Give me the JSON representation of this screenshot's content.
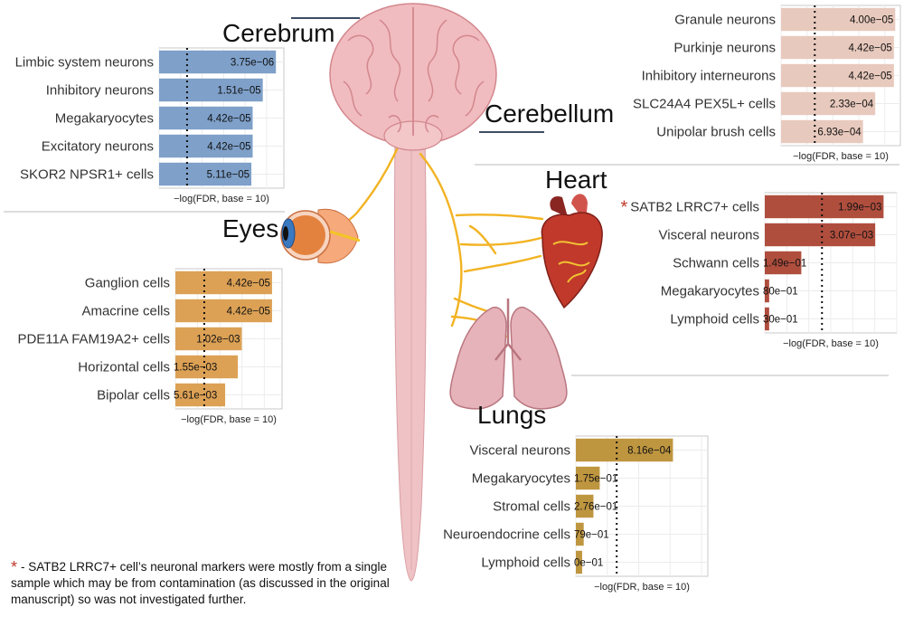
{
  "regions": {
    "cerebrum": "Cerebrum",
    "cerebellum": "Cerebellum",
    "eyes": "Eyes",
    "heart": "Heart",
    "lungs": "Lungs"
  },
  "footnote": {
    "star": "*",
    "text": "- SATB2 LRRC7+ cell’s neuronal markers were mostly from a single sample which may be from contamination (as discussed in the original manuscript) so was not investigated further."
  },
  "chart_data": [
    {
      "id": "cerebrum",
      "type": "bar",
      "orientation": "horizontal",
      "color": "#7ea0c9",
      "xlabel": "−log(FDR, base = 10)",
      "categories": [
        "Limbic system neurons",
        "Inhibitory neurons",
        "Megakaryocytes",
        "Excitatory neurons",
        "SKOR2 NPSR1+ cells"
      ],
      "values": [
        5.43,
        4.82,
        4.35,
        4.35,
        4.29
      ],
      "labels": [
        "3.75e−06",
        "1.51e−05",
        "4.42e−05",
        "4.42e−05",
        "5.11e−05"
      ],
      "threshold": 1.3,
      "xlim": [
        0,
        5.8
      ],
      "grid": true
    },
    {
      "id": "cerebellum",
      "type": "bar",
      "orientation": "horizontal",
      "color": "#e8c9bd",
      "xlabel": "−log(FDR, base = 10)",
      "categories": [
        "Granule neurons",
        "Purkinje neurons",
        "Inhibitory interneurons",
        "SLC24A4 PEX5L+ cells",
        "Unipolar brush cells"
      ],
      "values": [
        4.4,
        4.35,
        4.35,
        3.63,
        3.16
      ],
      "labels": [
        "4.00e−05",
        "4.42e−05",
        "4.42e−05",
        "2.33e−04",
        "6.93e−04"
      ],
      "threshold": 1.3,
      "xlim": [
        0,
        4.6
      ],
      "grid": true
    },
    {
      "id": "heart",
      "type": "bar",
      "orientation": "horizontal",
      "color": "#b04e3e",
      "xlabel": "−log(FDR, base = 10)",
      "categories": [
        "SATB2 LRRC7+ cells",
        "Visceral neurons",
        "Schwann cells",
        "Megakaryocytes",
        "Lymphoid cells"
      ],
      "flagged": [
        "SATB2 LRRC7+ cells"
      ],
      "flag_symbol": "*",
      "values": [
        2.7,
        2.51,
        0.83,
        0.1,
        0.1
      ],
      "labels": [
        "1.99e−03",
        "3.07e−03",
        "1.49e−01",
        "80e−01",
        "30e−01"
      ],
      "threshold": 1.3,
      "xlim": [
        0,
        3.0
      ],
      "grid": true
    },
    {
      "id": "eyes",
      "type": "bar",
      "orientation": "horizontal",
      "color": "#dca155",
      "xlabel": "−log(FDR, base = 10)",
      "categories": [
        "Ganglion cells",
        "Amacrine cells",
        "PDE11A FAM19A2+ cells",
        "Horizontal cells",
        "Bipolar cells"
      ],
      "values": [
        4.35,
        4.35,
        2.99,
        2.81,
        2.24
      ],
      "labels": [
        "4.42e−05",
        "4.42e−05",
        "1.02e−03",
        "1.55e−03",
        "5.61e−03"
      ],
      "threshold": 1.3,
      "xlim": [
        0,
        4.8
      ],
      "grid": true
    },
    {
      "id": "lungs",
      "type": "bar",
      "orientation": "horizontal",
      "color": "#bf9640",
      "xlabel": "−log(FDR, base = 10)",
      "categories": [
        "Visceral neurons",
        "Megakaryocytes",
        "Stromal cells",
        "Neuroendocrine cells",
        "Lymphoid cells"
      ],
      "values": [
        3.09,
        0.76,
        0.56,
        0.25,
        0.2
      ],
      "labels": [
        "8.16e−04",
        "1.75e−01",
        "2.76e−01",
        "79e−01",
        "0e−01"
      ],
      "threshold": 1.3,
      "xlim": [
        0,
        4.2
      ],
      "grid": true
    }
  ]
}
